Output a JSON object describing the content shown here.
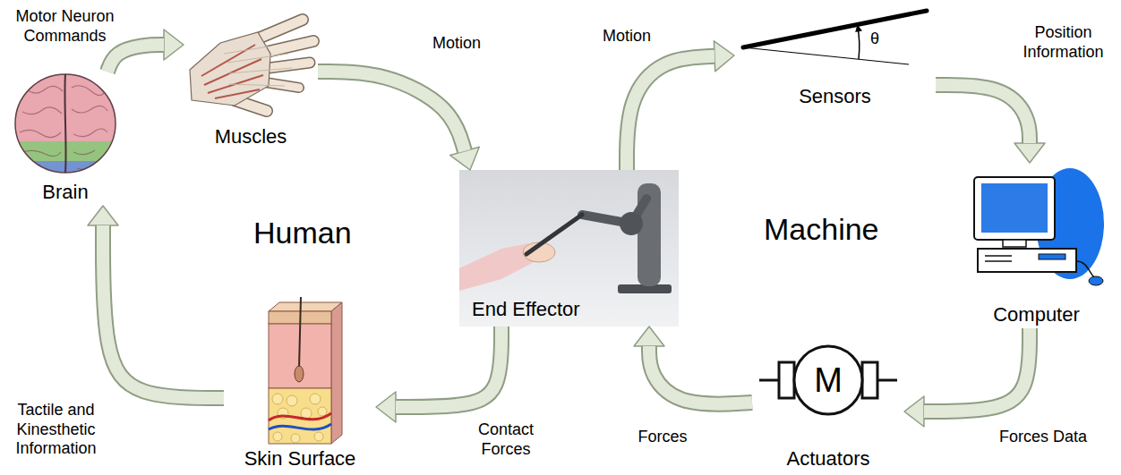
{
  "diagram": {
    "nodes": [
      {
        "text": [
          "Muscles"
        ]
      },
      {
        "text": [
          "Sensors"
        ]
      },
      {
        "text": [
          "Brain"
        ]
      },
      {
        "text": [
          "End Effector"
        ]
      },
      {
        "text": [
          "Computer"
        ]
      },
      {
        "text": [
          "Skin Surface"
        ]
      },
      {
        "text": [
          "Actuators"
        ]
      }
    ],
    "edges": [
      {
        "from": 2,
        "to": 0,
        "label": "Motor Neuron Commands",
        "arrow": "to"
      },
      {
        "from": 0,
        "to": 3,
        "label": "Motion",
        "arrow": "to"
      },
      {
        "from": 3,
        "to": 1,
        "label": "Motion",
        "arrow": "to"
      },
      {
        "from": 1,
        "to": 4,
        "label": "Position Information",
        "arrow": "to"
      },
      {
        "from": 4,
        "to": 6,
        "label": "Forces Data",
        "arrow": "to"
      },
      {
        "from": 6,
        "to": 3,
        "label": "Forces",
        "arrow": "to"
      },
      {
        "from": 3,
        "to": 5,
        "label": "Contact Forces",
        "arrow": "to"
      },
      {
        "from": 5,
        "to": 2,
        "label": "Tactile and Kinesthetic Information",
        "arrow": "to"
      }
    ],
    "labels": [
      "Human",
      "Machine",
      "θ",
      "M"
    ]
  }
}
